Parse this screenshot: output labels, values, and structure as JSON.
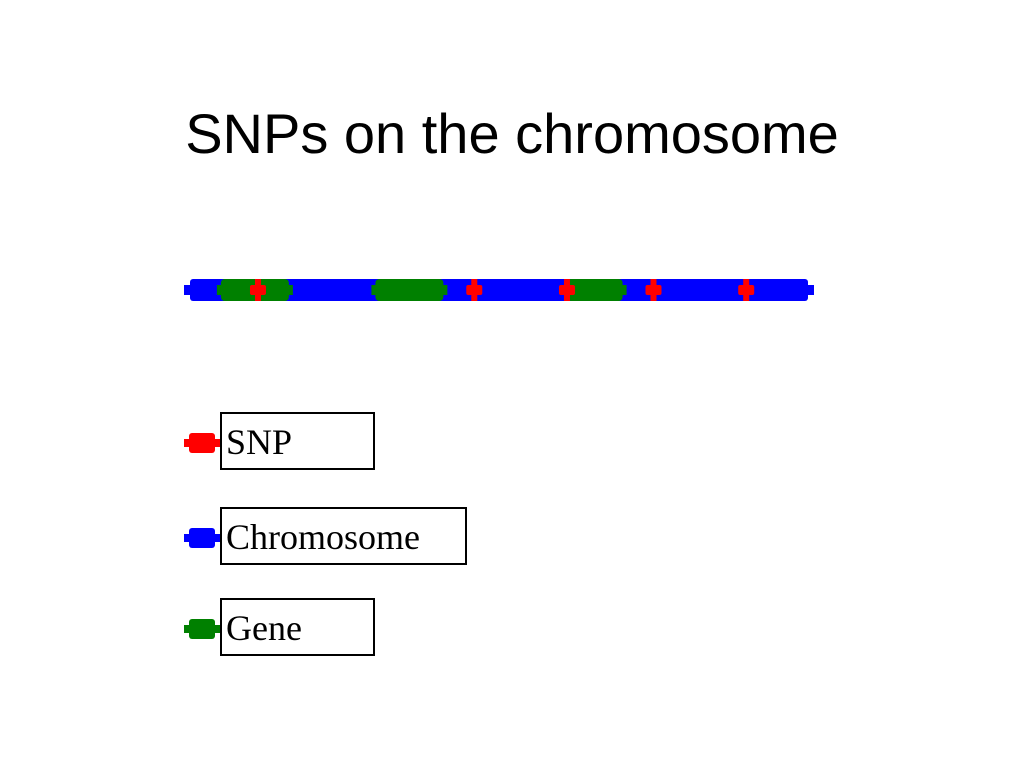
{
  "slide": {
    "title": "SNPs on the chromosome"
  },
  "colors": {
    "snp": "#ff0000",
    "chromosome": "#0000ff",
    "gene": "#008000"
  },
  "chromosome": {
    "start": 0,
    "end": 100
  },
  "genes": [
    {
      "start": 5,
      "end": 16
    },
    {
      "start": 30,
      "end": 41
    },
    {
      "start": 61,
      "end": 70
    }
  ],
  "snps": [
    11,
    46,
    61,
    75,
    90
  ],
  "legend": {
    "items": [
      {
        "key": "snp",
        "label": "SNP"
      },
      {
        "key": "chromosome",
        "label": "Chromosome"
      },
      {
        "key": "gene",
        "label": "Gene"
      }
    ]
  }
}
